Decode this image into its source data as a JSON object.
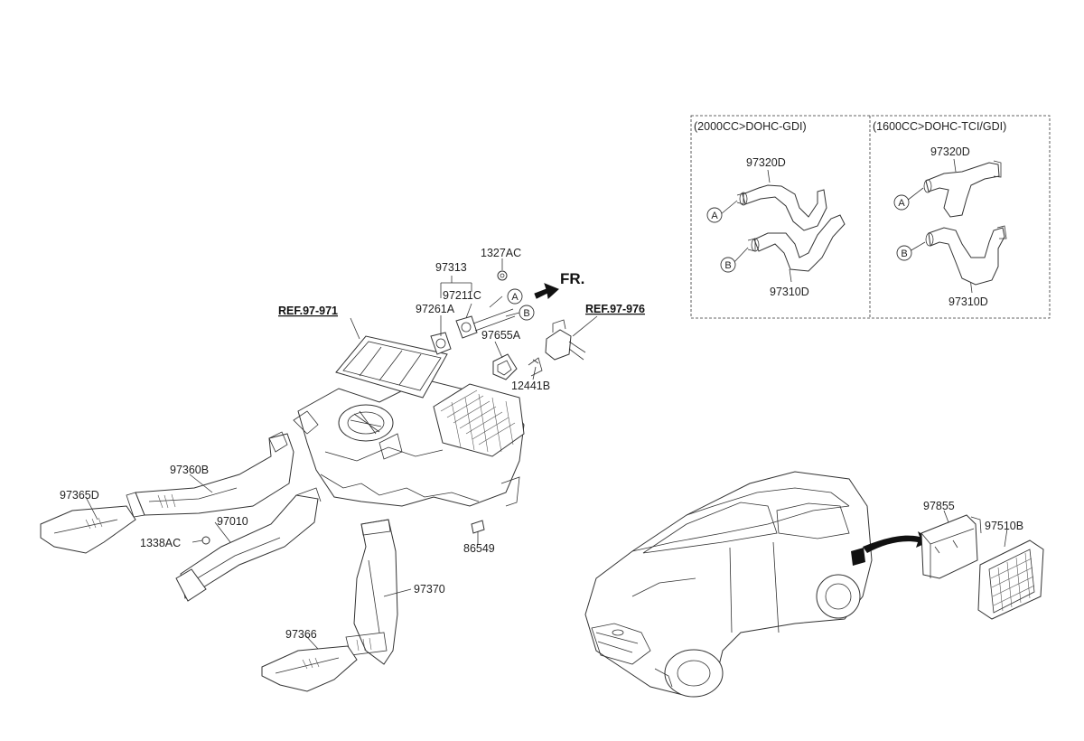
{
  "refs": {
    "ref1": "REF.97-971",
    "ref2": "REF.97-976"
  },
  "direction": "FR.",
  "parts": {
    "p97313": "97313",
    "p1327AC": "1327AC",
    "p97211C": "97211C",
    "p97261A": "97261A",
    "p97655A": "97655A",
    "p12441B": "12441B",
    "p97360B": "97360B",
    "p97365D": "97365D",
    "p97010": "97010",
    "p1338AC": "1338AC",
    "p97370": "97370",
    "p86549": "86549",
    "p97366": "97366",
    "p97855": "97855",
    "p97510B": "97510B"
  },
  "markers": {
    "a": "A",
    "b": "B"
  },
  "variants": [
    {
      "header": "(2000CC>DOHC-GDI)",
      "upper": "97320D",
      "lower": "97310D"
    },
    {
      "header": "(1600CC>DOHC-TCI/GDI)",
      "upper": "97320D",
      "lower": "97310D"
    }
  ]
}
